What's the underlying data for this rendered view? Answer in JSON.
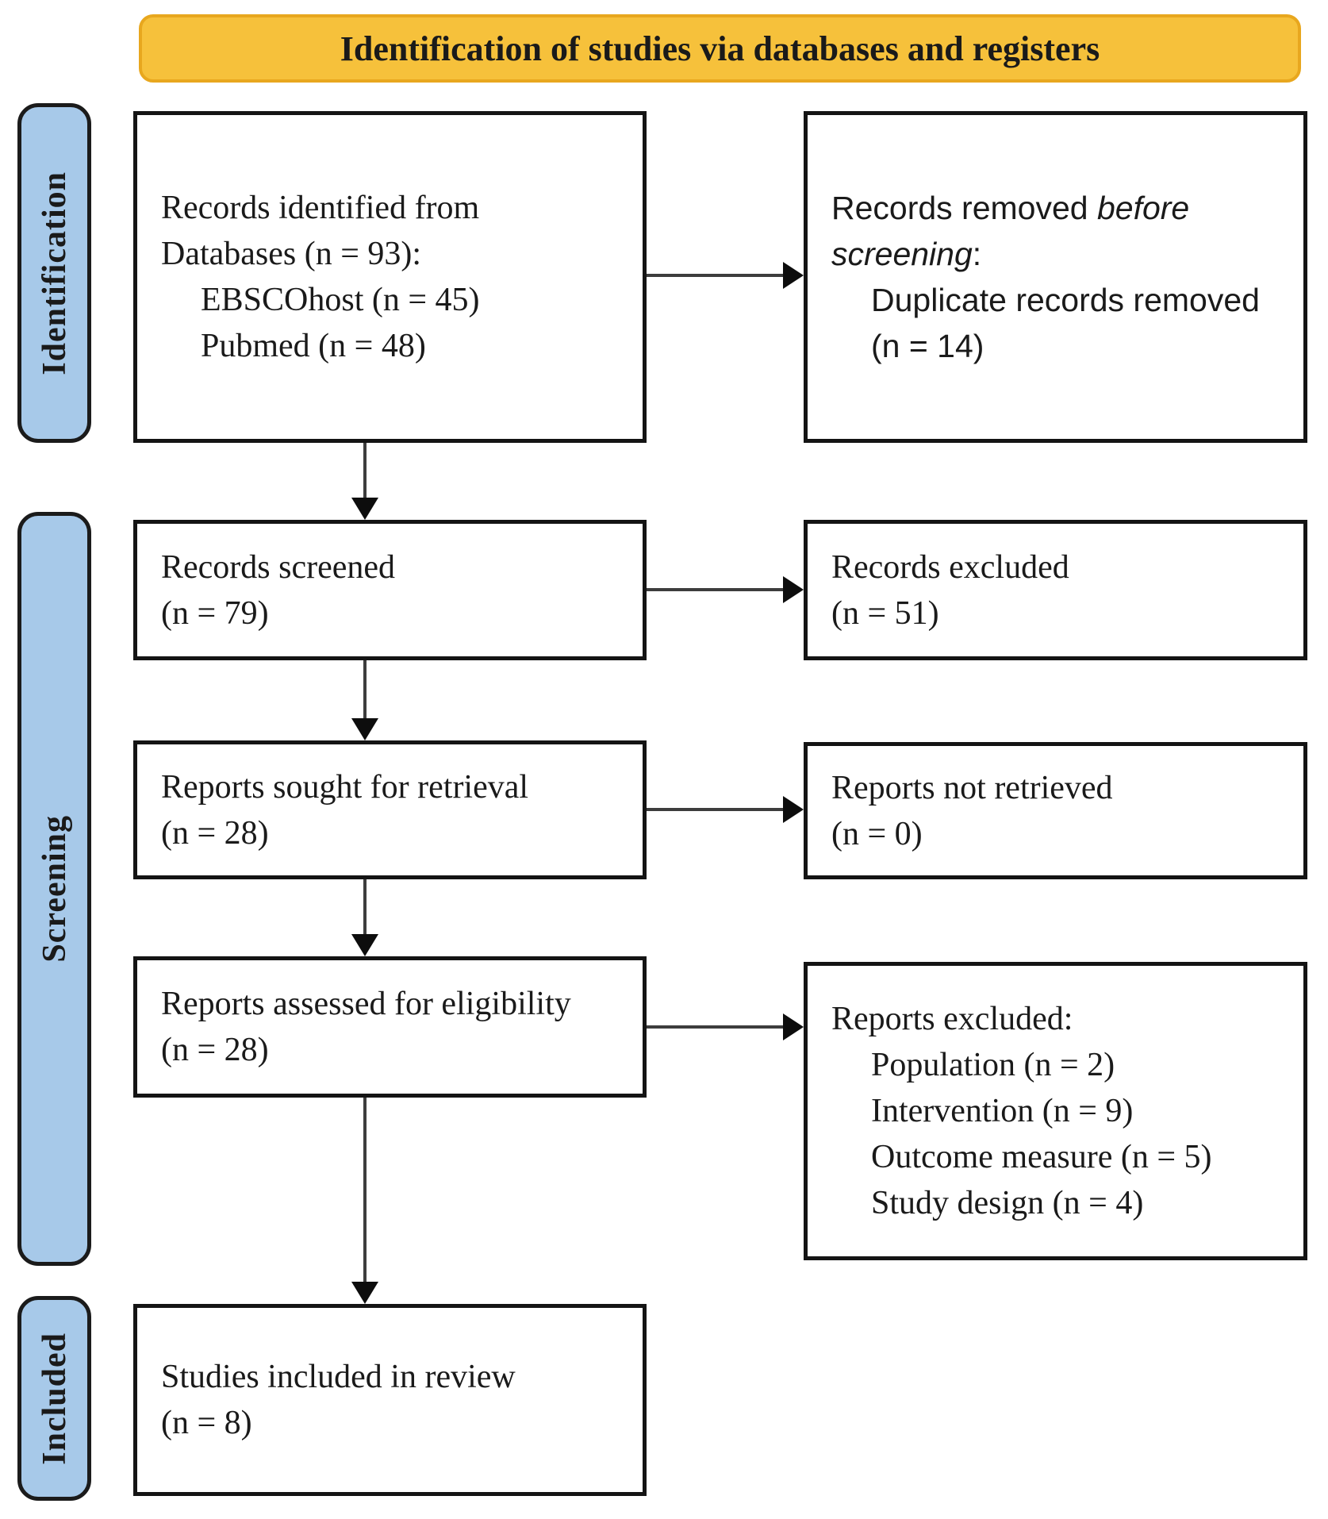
{
  "banner": {
    "title": "Identification of studies via databases and registers"
  },
  "stages": {
    "identification": "Identification",
    "screening": "Screening",
    "included": "Included"
  },
  "boxes": {
    "records_identified": {
      "line1": "Records identified from",
      "line2": "Databases (n = 93):",
      "line3": "EBSCOhost (n = 45)",
      "line4": "Pubmed (n = 48)"
    },
    "records_removed": {
      "line1_normal": "Records removed ",
      "line1_italic": "before",
      "line2_italic": "screening",
      "line2_colon": ":",
      "line3": "Duplicate records removed",
      "line4": "(n = 14)"
    },
    "records_screened": {
      "line1": "Records screened",
      "line2": "(n = 79)"
    },
    "records_excluded": {
      "line1": "Records excluded",
      "line2": "(n = 51)"
    },
    "reports_sought": {
      "line1": "Reports sought for retrieval",
      "line2": "(n = 28)"
    },
    "reports_not_retrieved": {
      "line1": "Reports not retrieved",
      "line2": "(n = 0)"
    },
    "reports_assessed": {
      "line1": "Reports assessed for eligibility",
      "line2": "(n = 28)"
    },
    "reports_excluded": {
      "title": "Reports excluded:",
      "reason1": "Population (n = 2)",
      "reason2": "Intervention (n = 9)",
      "reason3": "Outcome measure (n = 5)",
      "reason4": "Study design (n = 4)"
    },
    "studies_included": {
      "line1": "Studies included in review",
      "line2": "(n = 8)"
    }
  },
  "colors": {
    "banner_bg": "#F6C13B",
    "banner_border": "#E8A71E",
    "stage_bg": "#A7C9E9",
    "box_border": "#141414",
    "arrow": "#3D3D3D",
    "text": "#1A1A1A"
  }
}
